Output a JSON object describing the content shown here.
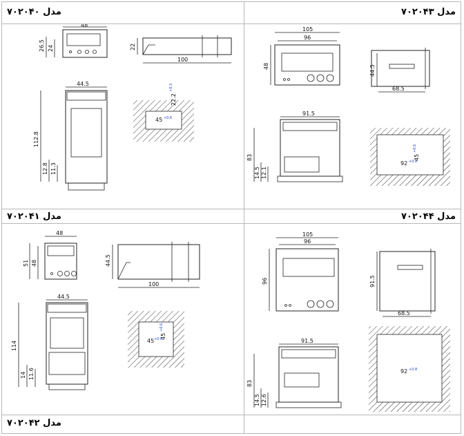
{
  "titles": {
    "m70240": "مدل ۷۰۲۰۴۰",
    "m70243": "مدل ۷۰۲۰۴۳",
    "m70241": "مدل ۷۰۲۰۴۱",
    "m70244": "مدل ۷۰۲۰۴۴",
    "m70242": "مدل ۷۰۲۰۴۲"
  },
  "dims": {
    "c1": {
      "front_w": "48",
      "front_h1": "26.5",
      "front_h2": "24",
      "side_h": "22",
      "side_l": "100",
      "body_w": "44.5",
      "body_h": "112.8",
      "body_b1": "12.8",
      "body_b2": "11.3",
      "cut_w": "45",
      "cut_w_tol": "+0.6",
      "cut_h": "22.2",
      "cut_h_tol": "+0.3"
    },
    "c2": {
      "front_w1": "105",
      "front_w2": "96",
      "front_h": "48",
      "side_h": "44.5",
      "side_l": "68.5",
      "body_w": "91.5",
      "body_h": "83",
      "body_b1": "14.5",
      "body_b2": "12.1",
      "cut_w": "92",
      "cut_w_tol": "+0.8",
      "cut_h": "45",
      "cut_h_tol": "+0.6"
    },
    "c3": {
      "front_w": "48",
      "front_h1": "51",
      "front_h2": "48",
      "side_h": "44.5",
      "side_l": "100",
      "body_w": "44.5",
      "body_h": "114",
      "body_b1": "14",
      "body_b2": "11.6",
      "cut_w": "45",
      "cut_w_tol": "+0.6",
      "cut_h": "45",
      "cut_h_tol": "+0.6"
    },
    "c4": {
      "front_w1": "105",
      "front_w2": "96",
      "front_h": "96",
      "side_h": "91.5",
      "side_l": "68.5",
      "body_w": "91.5",
      "body_h": "83",
      "body_b1": "14.5",
      "body_b2": "12.6",
      "cut_w": "92",
      "cut_w_tol": "+0.8"
    }
  },
  "colors": {
    "blue_tol": "#1a3fd0",
    "line": "#222222",
    "grid": "#b7b7b7"
  }
}
